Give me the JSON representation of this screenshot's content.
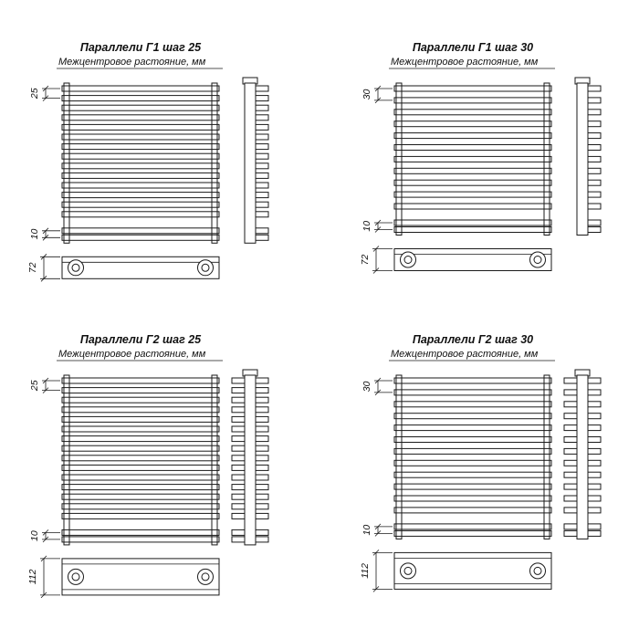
{
  "drawing": {
    "background": "#ffffff",
    "line_color": "#1a1a1a",
    "quadrants": [
      {
        "id": "g1-step25",
        "title": "Параллели Г1 шаг 25",
        "subtitle": "Межцентровое растояние, мм",
        "step_label": "25",
        "gap_label": "10",
        "base_label": "72",
        "model": "Г1",
        "step": 25,
        "main_tubes": 14,
        "pair_tubes": 2
      },
      {
        "id": "g1-step30",
        "title": "Параллели Г1 шаг 30",
        "subtitle": "Межцентровое растояние, мм",
        "step_label": "30",
        "gap_label": "10",
        "base_label": "72",
        "model": "Г1",
        "step": 30,
        "main_tubes": 11,
        "pair_tubes": 2
      },
      {
        "id": "g2-step25",
        "title": "Параллели Г2 шаг 25",
        "subtitle": "Межцентровое растояние, мм",
        "step_label": "25",
        "gap_label": "10",
        "base_label": "112",
        "model": "Г2",
        "step": 25,
        "main_tubes": 15,
        "pair_tubes": 2
      },
      {
        "id": "g2-step30",
        "title": "Параллели Г2 шаг 30",
        "subtitle": "Межцентровое растояние, мм",
        "step_label": "30",
        "gap_label": "10",
        "base_label": "112",
        "model": "Г2",
        "step": 30,
        "main_tubes": 12,
        "pair_tubes": 2
      }
    ]
  }
}
